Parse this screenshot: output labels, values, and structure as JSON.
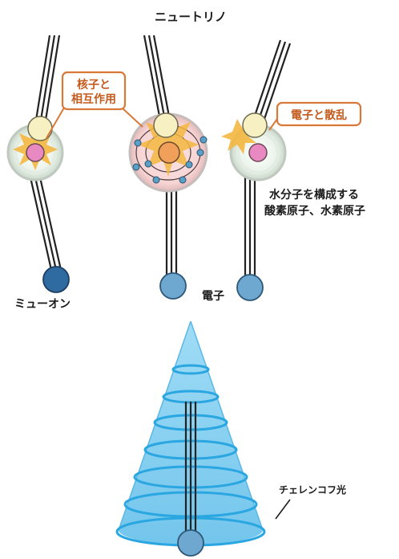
{
  "labels": {
    "neutrino": "ニュートリノ",
    "nucleon_line1": "核子と",
    "nucleon_line2": "相互作用",
    "electron_scatter": "電子と散乱",
    "water_line1": "水分子を構成する",
    "water_line2": "酸素原子、水素原子",
    "muon": "ミューオン",
    "electron": "電子",
    "cherenkov": "チェレンコフ光"
  },
  "colors": {
    "muon": "#2f6aa0",
    "electron": "#6ea8d0",
    "cone": "#6fc6ee",
    "ring": "#2aa6e0",
    "callout": "#d8793a",
    "nucleus": "#f0a05a",
    "neutrino_ball": "#f7f0c2",
    "proton": "#e889c2"
  },
  "icons": {
    "interaction_flash": "star-burst-icon"
  }
}
